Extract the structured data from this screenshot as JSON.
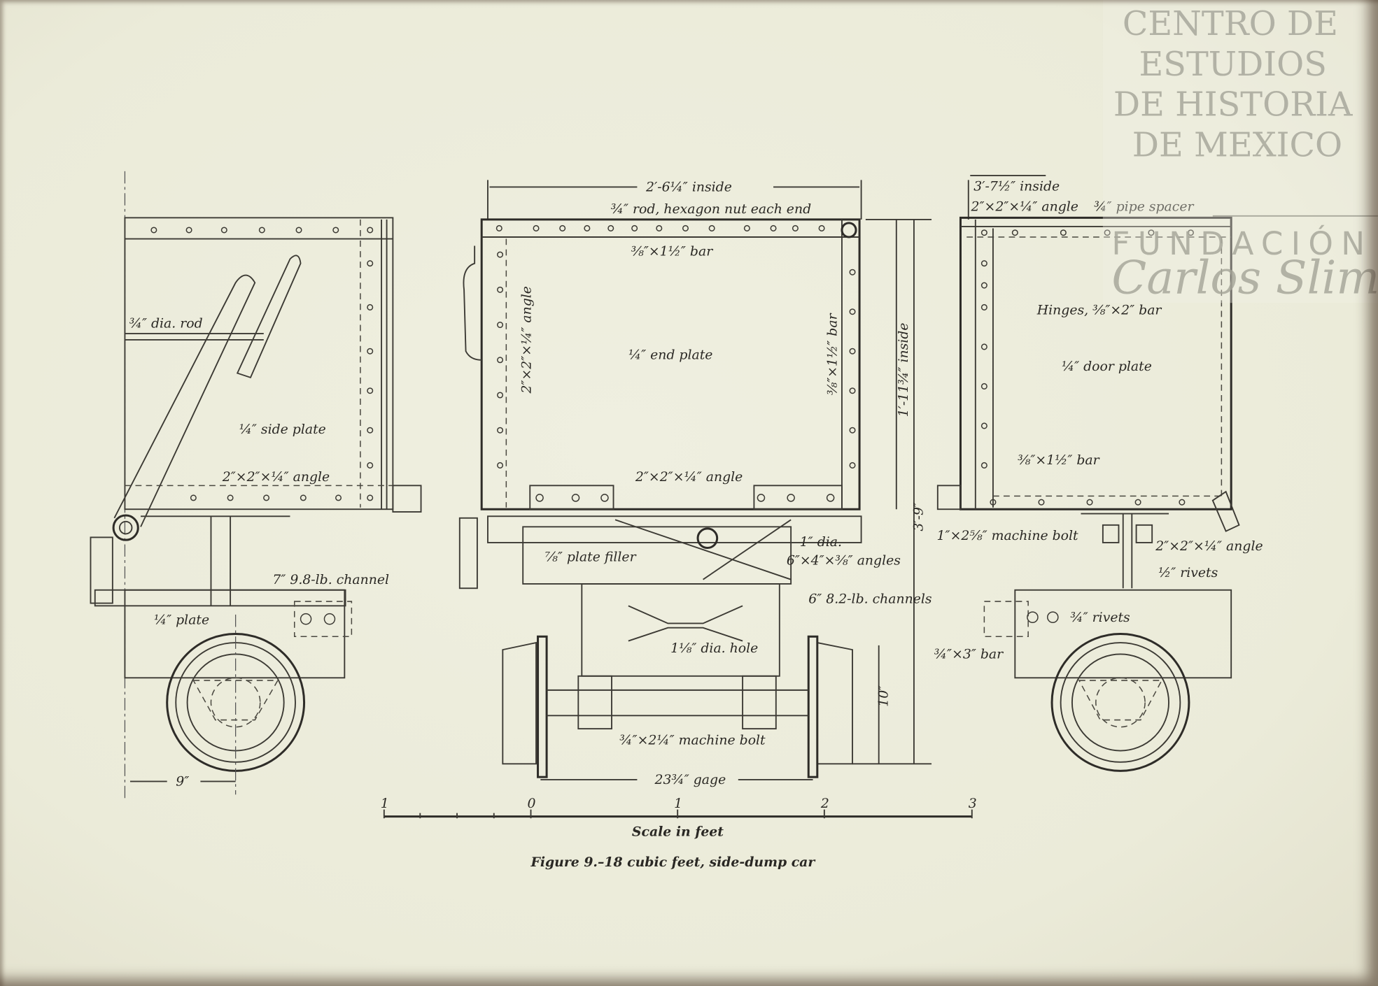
{
  "figure": {
    "caption": "Figure 9.–18 cubic feet, side-dump car",
    "scale_label": "Scale in feet",
    "scale_ticks": [
      "1",
      "0",
      "1",
      "2",
      "3"
    ]
  },
  "side_view": {
    "rod": "¾″ dia. rod",
    "side_plate": "¼″ side plate",
    "angle": "2″×2″×¼″ angle",
    "channel": "7″ 9.8-lb. channel",
    "plate": "¼″ plate",
    "wheel_offset": "9″"
  },
  "end_view": {
    "width_inside": "2′-6¼″ inside",
    "rod": "¾″ rod, hexagon nut each end",
    "top_bar": "⅜″×1½″ bar",
    "left_angle": "2″×2″×¼″ angle",
    "end_plate": "¼″ end plate",
    "right_bar": "⅜″×1½″ bar",
    "height_inside": "1′-11¾″ inside",
    "overall_height": "3′-9″",
    "bottom_angle": "2″×2″×¼″ angle",
    "plate_filler": "⅞″ plate filler",
    "dia": "1″ dia.",
    "angles": "6″×4″×⅜″ angles",
    "channels": "6″ 8.2-lb. channels",
    "hole": "1⅛″ dia. hole",
    "wheel_height": "10″",
    "machine_bolt": "¾″×2¼″ machine bolt",
    "gage": "23¾″ gage"
  },
  "door_view": {
    "width_inside": "3′-7½″ inside",
    "angle": "2″×2″×¼″ angle",
    "pipe_spacer": "¾″ pipe spacer",
    "hinges": "Hinges, ⅜″×2″ bar",
    "door_plate": "¼″ door plate",
    "bar": "⅜″×1½″ bar",
    "machine_bolt": "1″×2⅝″ machine bolt",
    "bottom_angle": "2″×2″×¼″ angle",
    "rivets_half": "½″ rivets",
    "rivets_3q": "¾″ rivets",
    "bar_3": "¾″×3″ bar"
  },
  "watermark": {
    "lines": [
      "CENTRO DE",
      "ESTUDIOS",
      "DE HISTORIA",
      "DE MEXICO"
    ],
    "fundacion": "FUNDACIÓN",
    "signature": "Carlos Slim"
  }
}
